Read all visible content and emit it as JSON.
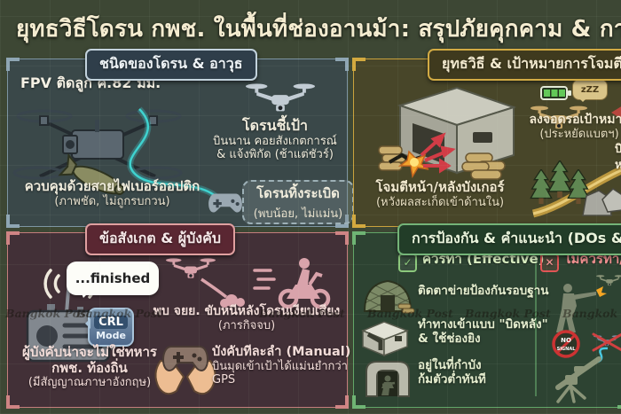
{
  "title": "ยุทธวิธีโดรน กพช. ในพื้นที่ช่องอานม้า: สรุปภัยคุกคาม & การป้อ",
  "watermark": "Bangkok Post",
  "drone_types": {
    "header": "ชนิดของโดรน & อาวุธ",
    "fpv_label": "FPV ติดลูก ค.82 มม.",
    "fiber_line1": "ควบคุมด้วยสายไฟเบอร์ออปติก",
    "fiber_line2": "(ภาพชัด, ไม่ถูกรบกวน)",
    "spotter_title": "โดรนชี้เป้า",
    "spotter_line1": "บินนาน คอยสังเกตการณ์",
    "spotter_line2": "& แจ้งพิกัด (ช้าแต่ชัวร์)",
    "bomber_title": "โดรนทิ้งระเบิด",
    "bomber_note": "(พบน้อย, ไม่แม่น)"
  },
  "tactics": {
    "header": "ยุทธวิธี & เป้าหมายการโจมตี",
    "attack_line1": "โจมตีหน้า/หลังบังเกอร์",
    "attack_line2": "(หวังผลสะเก็ดเข้าด้านใน)",
    "sleep_label": "zZZ",
    "land_line1": "ลงจอดรอเป้าหมาย",
    "land_line2": "(ประหยัดแบตฯ)",
    "clipped_line1": "บิ",
    "clipped_line2": "หล"
  },
  "observations": {
    "header": "ข้อสังเกต & ผู้บังคับ",
    "radio_bubble": "...finished",
    "crl_line1": "CRL",
    "crl_line2": "Mode",
    "operator_line1": "ผู้บังคับน่าจะไม่ใช่ทหาร",
    "operator_line2": "กพช. ท้องถิ่น",
    "operator_line3": "(มีสัญญาณภาษาอังกฤษ)",
    "moto_line1": "พบ จยย. ขับหนีหลังโดรนเงียบเสียง",
    "moto_line2": "(ภารกิจจบ)",
    "manual_line1": "บังคับทีละลำ (Manual)",
    "manual_line2": "บินมุดเข้าเป้าได้แม่นยำกว่า GPS"
  },
  "defense": {
    "header": "การป้องกัน & คำแนะนำ (DOs & DO",
    "check_glyph": "✓",
    "cross_glyph": "✕",
    "do_label": "ควรทำ (Effective)",
    "dont_label": "ไม่ควรทำ/ไม่ไ",
    "net_label": "ติดตาข่ายป้องกันรอบฐาน",
    "entrance_line1": "ทำทางเข้าแบบ \"บิดหลัง\"",
    "entrance_line2": "& ใช้ช่องยิง",
    "cover_line1": "อยู่ในที่กำบัง",
    "cover_line2": "ก้มตัวต่ำทันที",
    "no_signal_line1": "NO",
    "no_signal_line2": "SIGNAL"
  },
  "colors": {
    "panel1_accent": "#8fa6b4",
    "panel2_accent": "#d2a93f",
    "panel3_accent": "#cf8484",
    "panel4_accent": "#6fb474",
    "cable": "#3fd2cf",
    "battery_green": "#62c858",
    "alert_red": "#d23c46"
  }
}
